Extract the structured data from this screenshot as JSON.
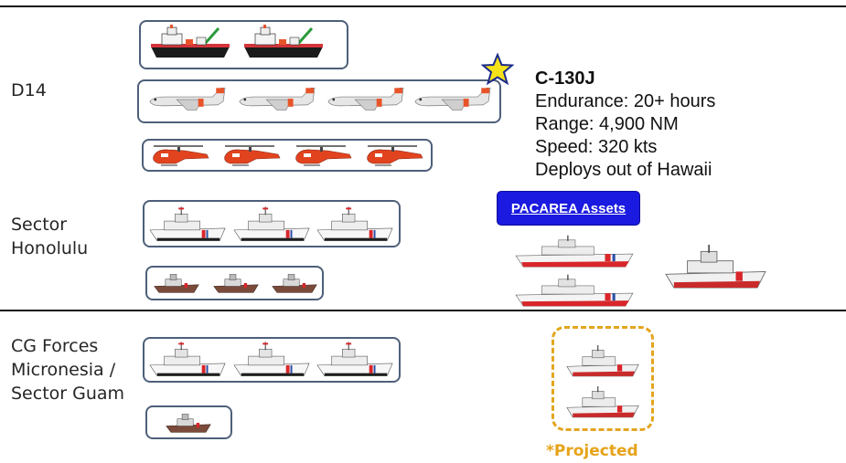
{
  "regions": {
    "d14": "D14",
    "sector_honolulu": "Sector\nHonolulu",
    "cg_forces": "CG Forces\nMicronesia /\nSector  Guam"
  },
  "c130": {
    "title": "C-130J",
    "endurance": "Endurance: 20+ hours",
    "range": "Range: 4,900 NM",
    "speed": "Speed: 320 kts",
    "deploy": "Deploys out of Hawaii"
  },
  "pacarea_button": "PACAREA Assets",
  "projected_label": "*Projected",
  "colors": {
    "box_border": "#4e5f7a",
    "cg_orange": "#e8542a",
    "cg_red": "#d8262a",
    "button_blue": "#1a1ae0",
    "projected_gold": "#e6a319",
    "star_yellow": "#f5e31a"
  },
  "icons": {
    "buoy_tender": "buoy-tender-icon",
    "aircraft": "c130-aircraft-icon",
    "helicopter": "mh65-helicopter-icon",
    "cutter": "fast-response-cutter-icon",
    "small_boat": "response-boat-icon",
    "national_cutter": "national-security-cutter-icon",
    "star": "star-icon"
  }
}
